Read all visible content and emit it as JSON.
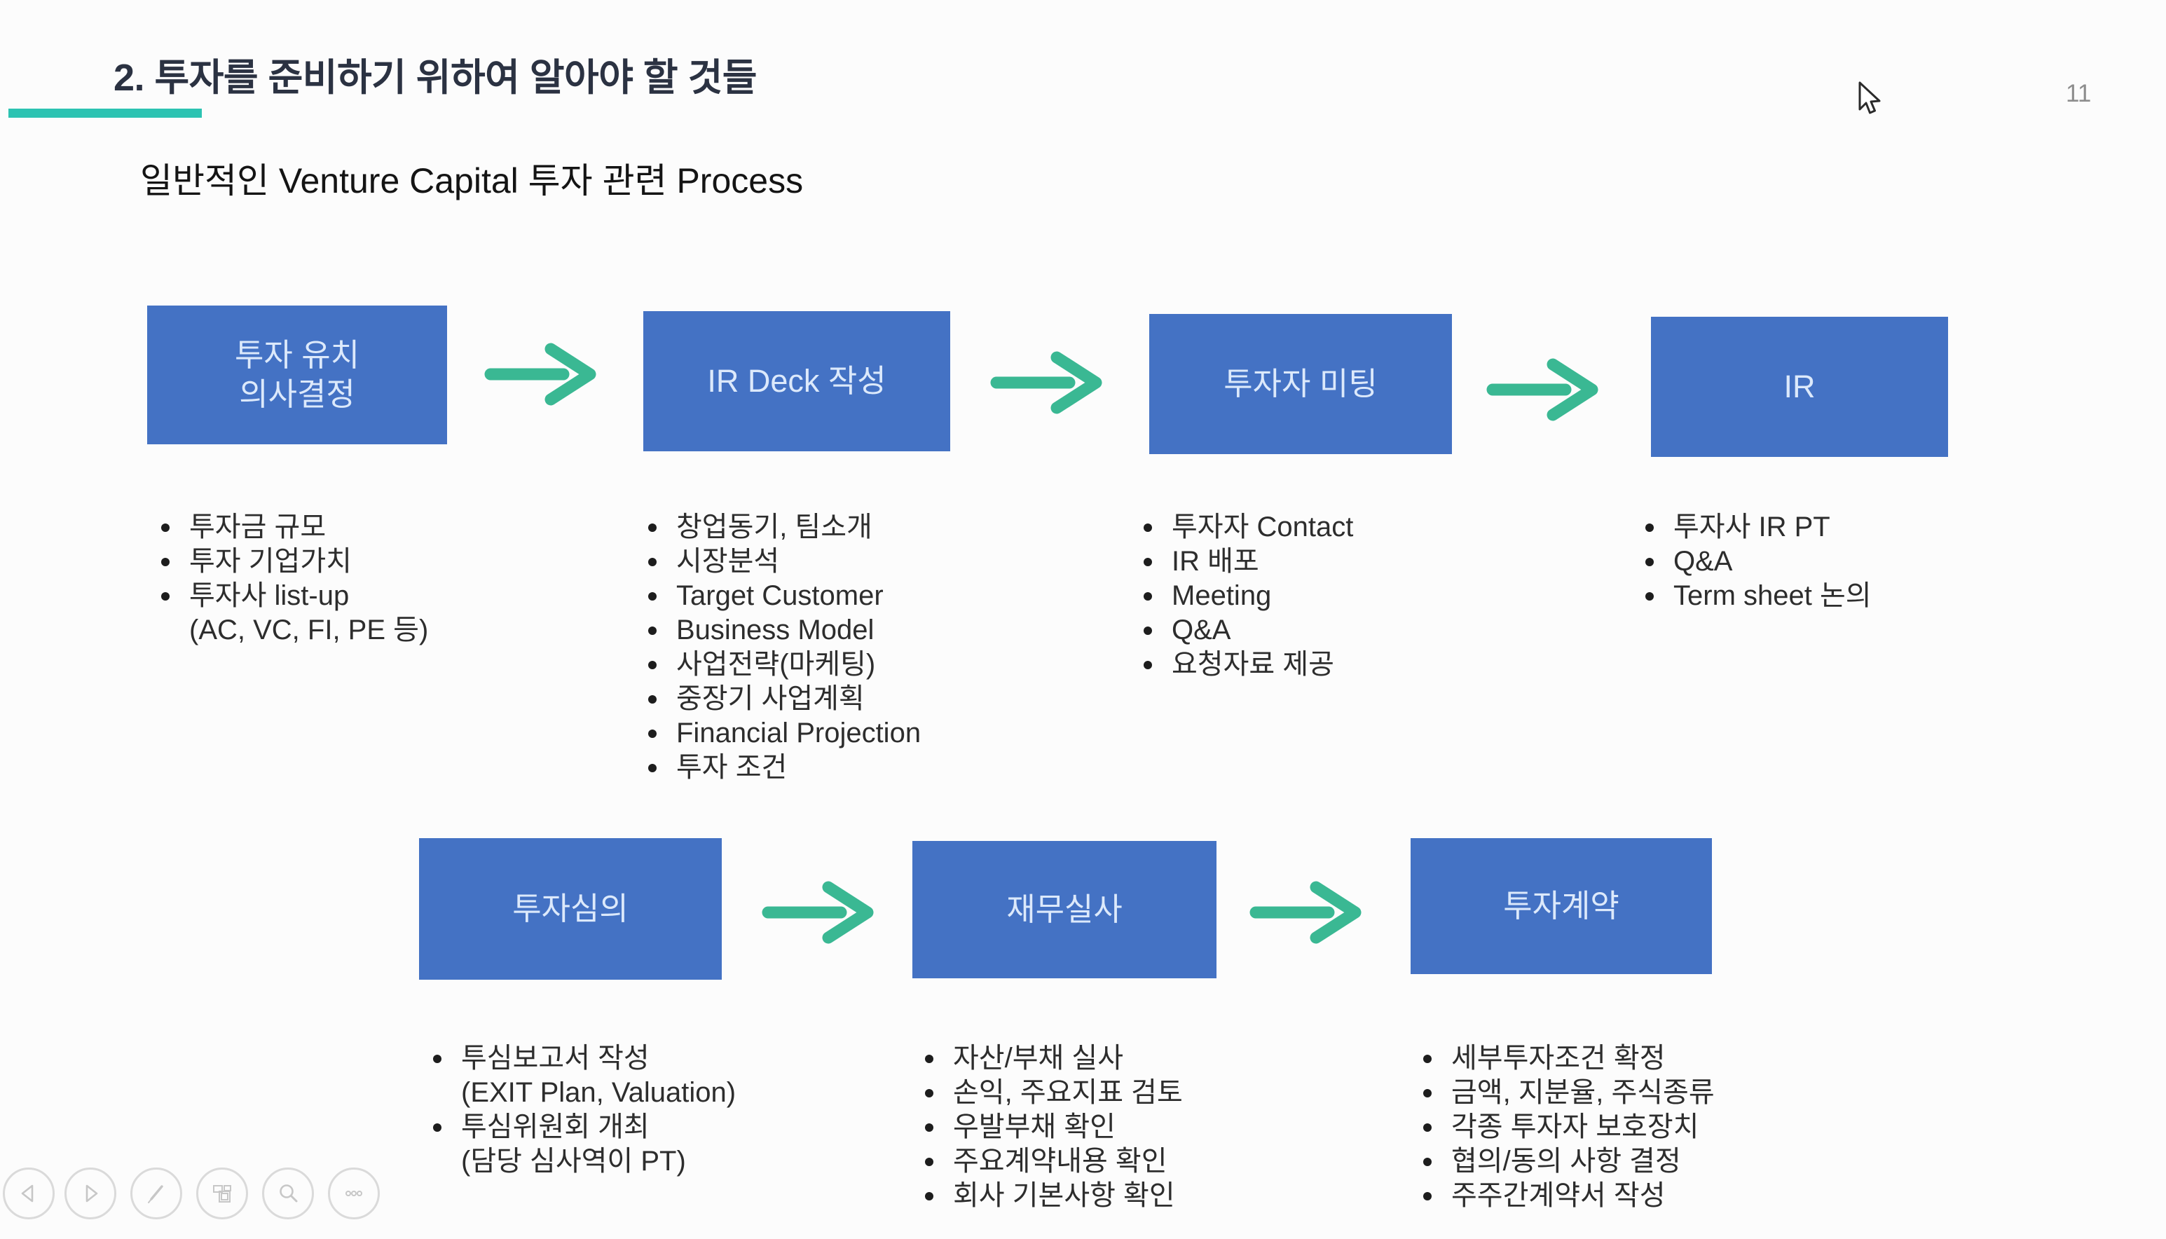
{
  "slide": {
    "title": "2. 투자를 준비하기 위하여 알아야 할 것들",
    "subtitle": "일반적인 Venture Capital 투자 관련 Process",
    "page_number": "11"
  },
  "process": {
    "row1": [
      {
        "label_lines": [
          "투자 유치",
          "의사결정"
        ],
        "items": [
          [
            "투자금 규모"
          ],
          [
            "투자 기업가치"
          ],
          [
            "투자사 list-up",
            "(AC, VC, FI, PE 등)"
          ]
        ]
      },
      {
        "label_lines": [
          "IR Deck 작성"
        ],
        "items": [
          [
            "창업동기, 팀소개"
          ],
          [
            "시장분석"
          ],
          [
            "Target Customer"
          ],
          [
            "Business Model"
          ],
          [
            "사업전략(마케팅)"
          ],
          [
            "중장기 사업계획"
          ],
          [
            "Financial Projection"
          ],
          [
            "투자 조건"
          ]
        ]
      },
      {
        "label_lines": [
          "투자자 미팅"
        ],
        "items": [
          [
            "투자자 Contact"
          ],
          [
            "IR 배포"
          ],
          [
            "Meeting"
          ],
          [
            "Q&A"
          ],
          [
            "요청자료 제공"
          ]
        ]
      },
      {
        "label_lines": [
          "IR"
        ],
        "items": [
          [
            "투자사 IR PT"
          ],
          [
            "Q&A"
          ],
          [
            "Term sheet 논의"
          ]
        ]
      }
    ],
    "row2": [
      {
        "label_lines": [
          "투자심의"
        ],
        "items": [
          [
            "투심보고서 작성",
            "(EXIT Plan, Valuation)"
          ],
          [
            "투심위원회 개최",
            "(담당 심사역이 PT)"
          ]
        ]
      },
      {
        "label_lines": [
          "재무실사"
        ],
        "items": [
          [
            "자산/부채 실사"
          ],
          [
            "손익, 주요지표 검토"
          ],
          [
            "우발부채 확인"
          ],
          [
            "주요계약내용 확인"
          ],
          [
            "회사 기본사항 확인"
          ]
        ]
      },
      {
        "label_lines": [
          "투자계약"
        ],
        "items": [
          [
            "세부투자조건 확정"
          ],
          [
            "금액, 지분율, 주식종류"
          ],
          [
            "각종 투자자 보호장치"
          ],
          [
            "협의/동의 사항 결정"
          ],
          [
            "주주간계약서 작성"
          ]
        ]
      }
    ]
  },
  "toolbar": {
    "buttons": [
      "previous-slide",
      "next-slide",
      "pen",
      "slide-navigator",
      "zoom",
      "more-options"
    ]
  },
  "colors": {
    "box_blue": "#4472c4",
    "box_text": "#dce9fb",
    "arrow_green": "#3ab893",
    "underline_teal": "#2cc3b2",
    "title_dark": "#2b3242",
    "body_text": "#2d2d2d",
    "page_number_gray": "#8d8d8d",
    "toolbar_gray": "#c7c7c7"
  }
}
